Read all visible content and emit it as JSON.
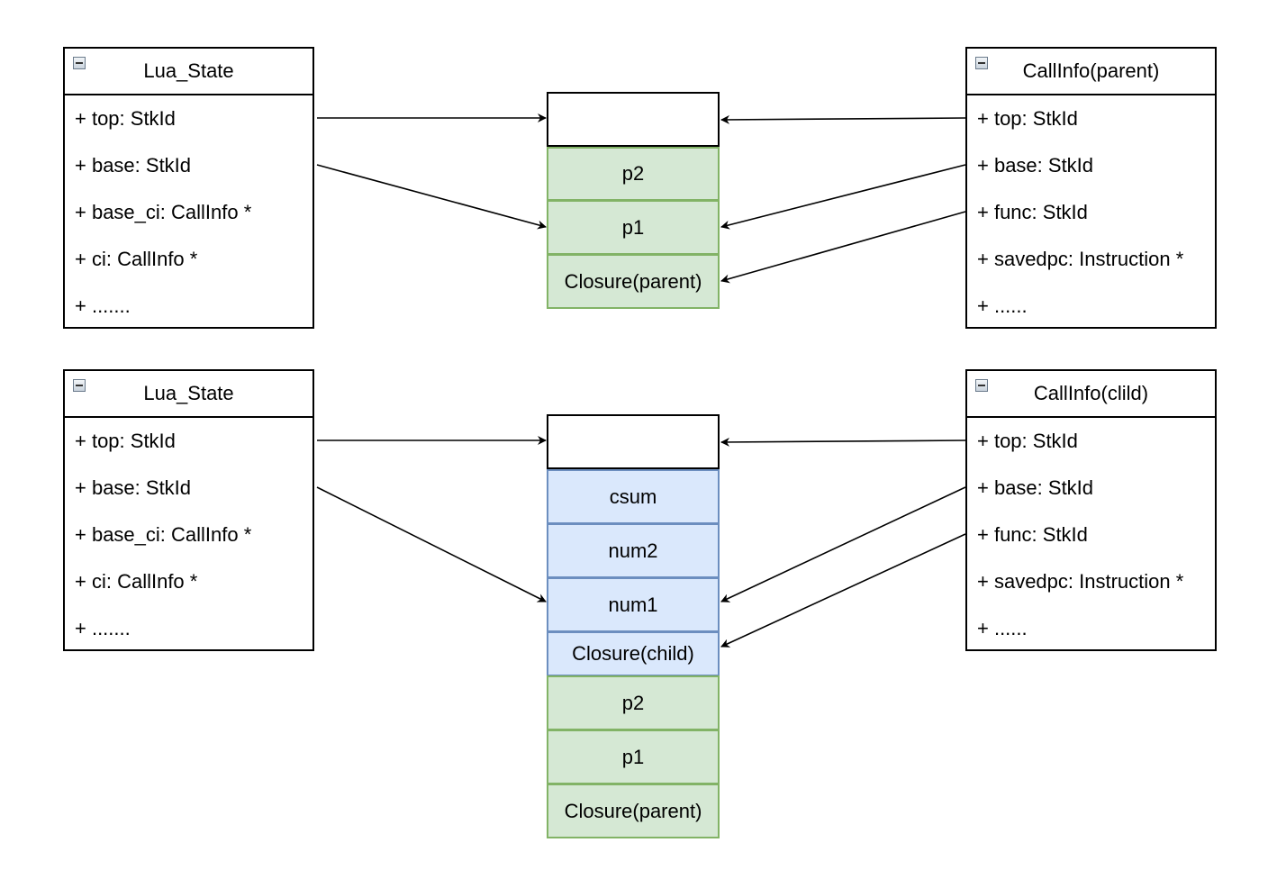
{
  "top_diagram": {
    "lua_state": {
      "title": "Lua_State",
      "fields": [
        "+ top: StkId",
        "+ base: StkId",
        "+ base_ci: CallInfo *",
        "+ ci: CallInfo *",
        "+ ......."
      ]
    },
    "stack": {
      "cells": [
        {
          "label": "",
          "style": "empty"
        },
        {
          "label": "p2",
          "style": "green"
        },
        {
          "label": "p1",
          "style": "green"
        },
        {
          "label": "Closure(parent)",
          "style": "green"
        }
      ]
    },
    "callinfo": {
      "title": "CallInfo(parent)",
      "fields": [
        "+ top: StkId",
        "+ base: StkId",
        "+ func: StkId",
        "+ savedpc: Instruction *",
        "+ ......"
      ]
    }
  },
  "bottom_diagram": {
    "lua_state": {
      "title": "Lua_State",
      "fields": [
        "+ top: StkId",
        "+ base: StkId",
        "+ base_ci: CallInfo *",
        "+ ci: CallInfo *",
        "+ ......."
      ]
    },
    "stack": {
      "cells": [
        {
          "label": "",
          "style": "empty"
        },
        {
          "label": "csum",
          "style": "blue"
        },
        {
          "label": "num2",
          "style": "blue"
        },
        {
          "label": "num1",
          "style": "blue"
        },
        {
          "label": "Closure(child)",
          "style": "blue"
        },
        {
          "label": "p2",
          "style": "green"
        },
        {
          "label": "p1",
          "style": "green"
        },
        {
          "label": "Closure(parent)",
          "style": "green"
        }
      ]
    },
    "callinfo": {
      "title": "CallInfo(clild)",
      "fields": [
        "+ top: StkId",
        "+ base: StkId",
        "+ func: StkId",
        "+ savedpc: Instruction *",
        "+ ......"
      ]
    }
  },
  "colors": {
    "green_fill": "#d5e8d4",
    "green_stroke": "#82b366",
    "blue_fill": "#dae8fc",
    "blue_stroke": "#6c8ebf"
  }
}
